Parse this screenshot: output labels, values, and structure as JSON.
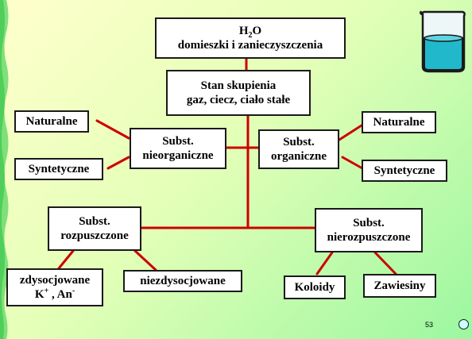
{
  "colors": {
    "connector": "#cc0000",
    "box_border": "#1a1a1a",
    "box_fill": "#ffffff",
    "beaker_water": "#22b8cc",
    "background_top": "#ffffcc",
    "background_bottom": "#9cf7a0"
  },
  "nodes": {
    "water": {
      "formula_main": "H",
      "formula_sub": "2",
      "formula_end": "O",
      "subtitle": "domieszki i zanieczyszczenia"
    },
    "state": {
      "line1": "Stan skupienia",
      "line2": "gaz, ciecz, ciało stałe"
    },
    "inorganic": {
      "line1": "Subst.",
      "line2": "nieorganiczne"
    },
    "organic": {
      "line1": "Subst.",
      "line2": "organiczne"
    },
    "natural_left": {
      "label": "Naturalne"
    },
    "synthetic_left": {
      "label": "Syntetyczne"
    },
    "natural_right": {
      "label": "Naturalne"
    },
    "synthetic_right": {
      "label": "Syntetyczne"
    },
    "dissolved": {
      "line1": "Subst.",
      "line2": "rozpuszczone"
    },
    "undissolved": {
      "line1": "Subst.",
      "line2": "nierozpuszczone"
    },
    "dissociated": {
      "line1": "zdysocjowane",
      "cation": "K",
      "cation_charge": "+",
      "separator": " , ",
      "anion": "An",
      "anion_charge": "-"
    },
    "undissociated": {
      "label": "niezdysocjowane"
    },
    "colloids": {
      "label": "Koloidy"
    },
    "suspensions": {
      "label": "Zawiesiny"
    }
  },
  "icons": {
    "corner_image": "beaker-icon",
    "nav_button": "circle-nav-icon"
  },
  "page_number": "53"
}
